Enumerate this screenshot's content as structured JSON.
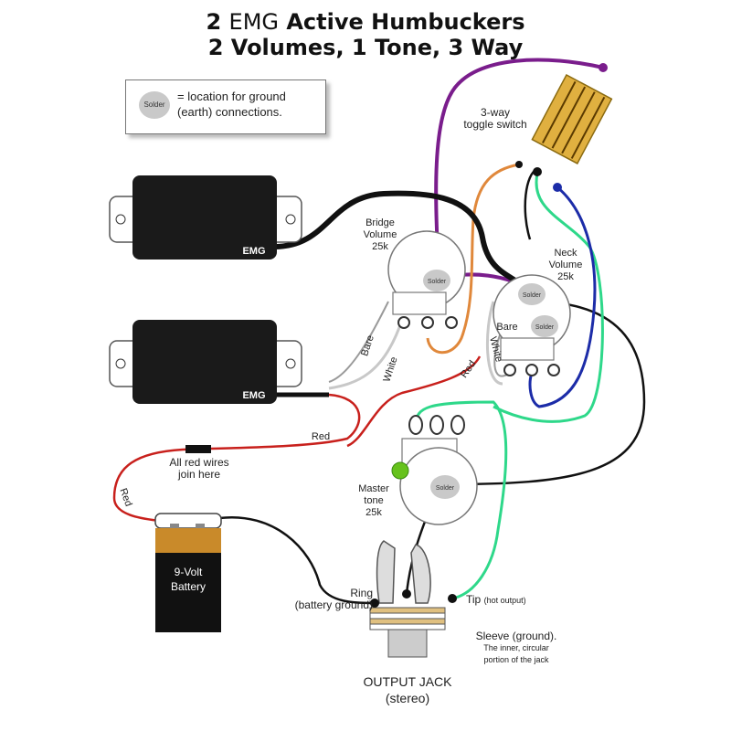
{
  "title": {
    "line1_a": "2",
    "line1_b": "EMG",
    "line1_c": "Active Humbuckers",
    "line2": "2 Volumes, 1 Tone, 3 Way"
  },
  "legend": {
    "dot_label": "Solder",
    "text_line1": "= location for ground",
    "text_line2": "(earth) connections."
  },
  "components": {
    "switch": {
      "line1": "3-way",
      "line2": "toggle switch"
    },
    "bridge_volume": {
      "line1": "Bridge",
      "line2": "Volume",
      "line3": "25k"
    },
    "neck_volume": {
      "line1": "Neck",
      "line2": "Volume",
      "line3": "25k"
    },
    "master_tone": {
      "line1": "Master",
      "line2": "tone",
      "line3": "25k"
    },
    "pickup_logo": "EMG",
    "battery": {
      "line1": "9-Volt",
      "line2": "Battery"
    },
    "output_jack": {
      "line1": "OUTPUT JACK",
      "line2": "(stereo)"
    }
  },
  "solder_label": "Solder",
  "wire_labels": {
    "bare": "Bare",
    "white": "White",
    "red": "Red"
  },
  "annotations": {
    "red_join_line1": "All red wires",
    "red_join_line2": "join here",
    "ring_line1": "Ring",
    "ring_line2": "(battery ground)",
    "tip_label": "Tip",
    "tip_note": "(hot output)",
    "sleeve_line1": "Sleeve (ground).",
    "sleeve_line2": "The inner, circular",
    "sleeve_line3": "portion of the jack"
  },
  "colors": {
    "purple": "#7a1d8c",
    "orange": "#e0883b",
    "black": "#111111",
    "green": "#2ed88a",
    "blue": "#1c2ca8",
    "red": "#c8201c",
    "white_wire": "#c8c8c8",
    "switch_yellow": "#e0b040",
    "battery_orange": "#c98a2a",
    "tone_cap": "#66c21c"
  }
}
